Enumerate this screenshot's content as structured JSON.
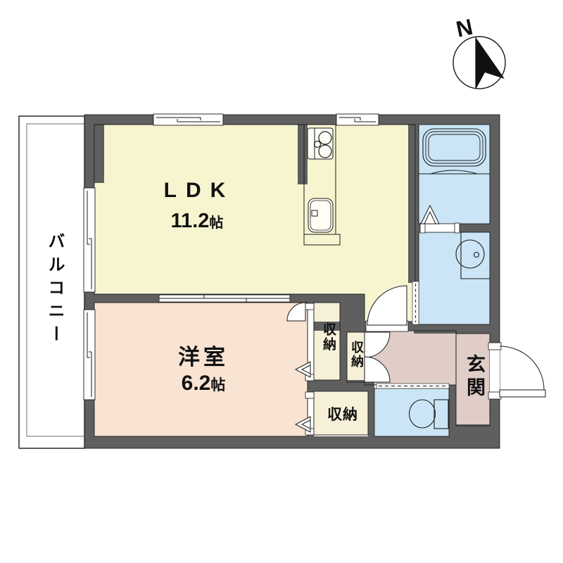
{
  "title": "1LDK apartment floor plan",
  "compass": {
    "north_label": "N"
  },
  "rooms": {
    "balcony": {
      "label": "バルコニー"
    },
    "ldk": {
      "label": "LDK",
      "size_value": "11.2",
      "size_unit": "帖"
    },
    "western_room": {
      "label": "洋室",
      "size_value": "6.2",
      "size_unit": "帖"
    },
    "closet_1": {
      "label": "収納"
    },
    "closet_2": {
      "label": "収納"
    },
    "closet_3": {
      "label": "収納"
    },
    "entrance": {
      "label": "玄関"
    }
  },
  "colors": {
    "wall": "#5f5f5f",
    "line": "#1a1a1a",
    "ldk_fill": "#f7f5d0",
    "western_room_fill": "#f9e3d2",
    "hall_fill": "#e0cdc8",
    "wet_area_fill": "#cbe5f6",
    "closet_fill": "#f6f1d8",
    "balcony_fill": "#ffffff",
    "fixture_fill": "#fffef5"
  }
}
